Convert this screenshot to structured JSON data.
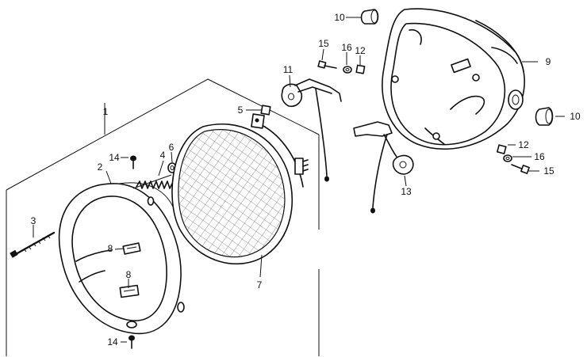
{
  "callouts": {
    "c1": "1",
    "c2": "2",
    "c3": "3",
    "c4": "4",
    "c5": "5",
    "c6": "6",
    "c7": "7",
    "c8a": "8",
    "c8b": "8",
    "c9": "9",
    "c10a": "10",
    "c10b": "10",
    "c11": "11",
    "c12a": "12",
    "c12b": "12",
    "c13": "13",
    "c14a": "14",
    "c14b": "14",
    "c15a": "15",
    "c15b": "15",
    "c16a": "16",
    "c16b": "16"
  }
}
